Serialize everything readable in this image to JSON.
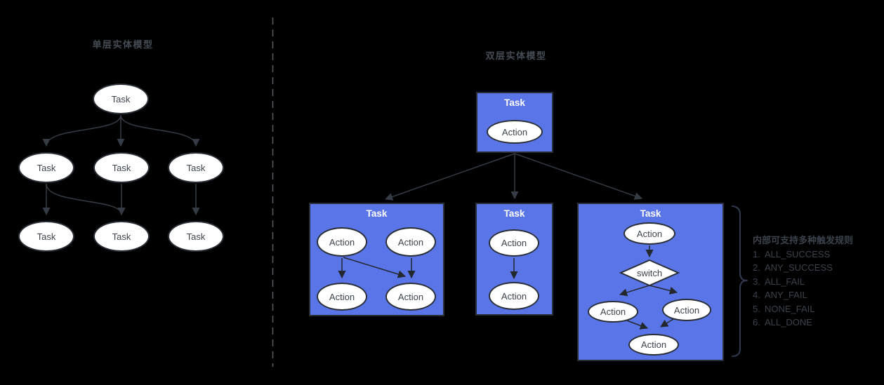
{
  "diagram": {
    "left": {
      "title": "单层实体模型",
      "root": "Task",
      "mid": [
        "Task",
        "Task",
        "Task"
      ],
      "bottom": [
        "Task",
        "Task",
        "Task"
      ]
    },
    "right": {
      "title": "双层实体模型",
      "root": {
        "title": "Task",
        "action": "Action"
      },
      "task_a": {
        "title": "Task",
        "top_left": "Action",
        "top_right": "Action",
        "bottom_left": "Action",
        "bottom_right": "Action"
      },
      "task_b": {
        "title": "Task",
        "top": "Action",
        "bottom": "Action"
      },
      "task_c": {
        "title": "Task",
        "top": "Action",
        "switch": "switch",
        "left": "Action",
        "right": "Action",
        "bottom": "Action"
      }
    },
    "annotation": {
      "title": "内部可支持多种触发规则",
      "items": [
        {
          "num": "1.",
          "label": "ALL_SUCCESS"
        },
        {
          "num": "2.",
          "label": "ANY_SUCCESS"
        },
        {
          "num": "3.",
          "label": "ALL_FAIL"
        },
        {
          "num": "4.",
          "label": "ANY_FAIL"
        },
        {
          "num": "5.",
          "label": "NONE_FAIL"
        },
        {
          "num": "6.",
          "label": "ALL_DONE"
        }
      ]
    },
    "colors": {
      "background": "#000000",
      "task_box_fill": "#5A75E7",
      "node_fill": "#FFFFFF",
      "node_border": "#2A2F37",
      "edge": "#353B44",
      "label_dark": "#3D444D",
      "label_light": "#FFFFFF",
      "section_title": "#454C55",
      "annotation_text": "#3B424C",
      "divider": "#585D63",
      "brace": "#2E3B4E"
    }
  }
}
